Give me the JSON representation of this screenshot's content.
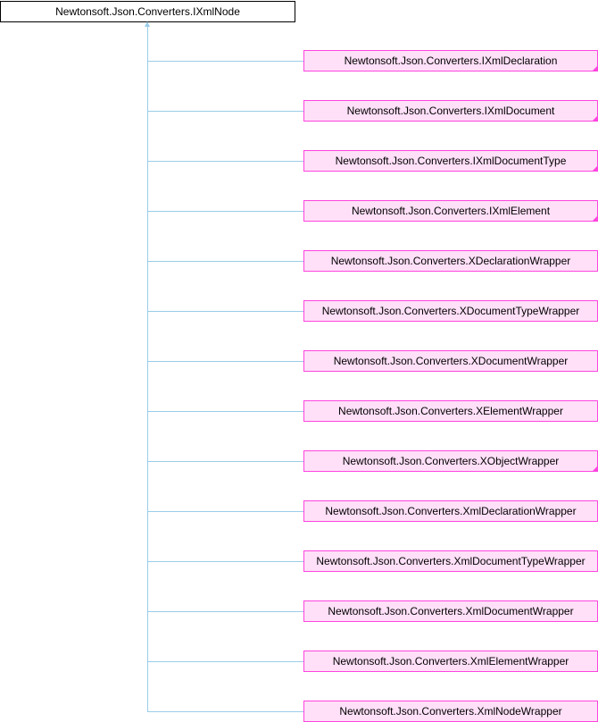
{
  "root": {
    "label": "Newtonsoft.Json.Converters.IXmlNode"
  },
  "children": [
    {
      "label": "Newtonsoft.Json.Converters.IXmlDeclaration",
      "truncated": true
    },
    {
      "label": "Newtonsoft.Json.Converters.IXmlDocument",
      "truncated": true
    },
    {
      "label": "Newtonsoft.Json.Converters.IXmlDocumentType",
      "truncated": true
    },
    {
      "label": "Newtonsoft.Json.Converters.IXmlElement",
      "truncated": true
    },
    {
      "label": "Newtonsoft.Json.Converters.XDeclarationWrapper",
      "truncated": false
    },
    {
      "label": "Newtonsoft.Json.Converters.XDocumentTypeWrapper",
      "truncated": false
    },
    {
      "label": "Newtonsoft.Json.Converters.XDocumentWrapper",
      "truncated": false
    },
    {
      "label": "Newtonsoft.Json.Converters.XElementWrapper",
      "truncated": false
    },
    {
      "label": "Newtonsoft.Json.Converters.XObjectWrapper",
      "truncated": true
    },
    {
      "label": "Newtonsoft.Json.Converters.XmlDeclarationWrapper",
      "truncated": false
    },
    {
      "label": "Newtonsoft.Json.Converters.XmlDocumentTypeWrapper",
      "truncated": false
    },
    {
      "label": "Newtonsoft.Json.Converters.XmlDocumentWrapper",
      "truncated": false
    },
    {
      "label": "Newtonsoft.Json.Converters.XmlElementWrapper",
      "truncated": false
    },
    {
      "label": "Newtonsoft.Json.Converters.XmlNodeWrapper",
      "truncated": false
    }
  ]
}
